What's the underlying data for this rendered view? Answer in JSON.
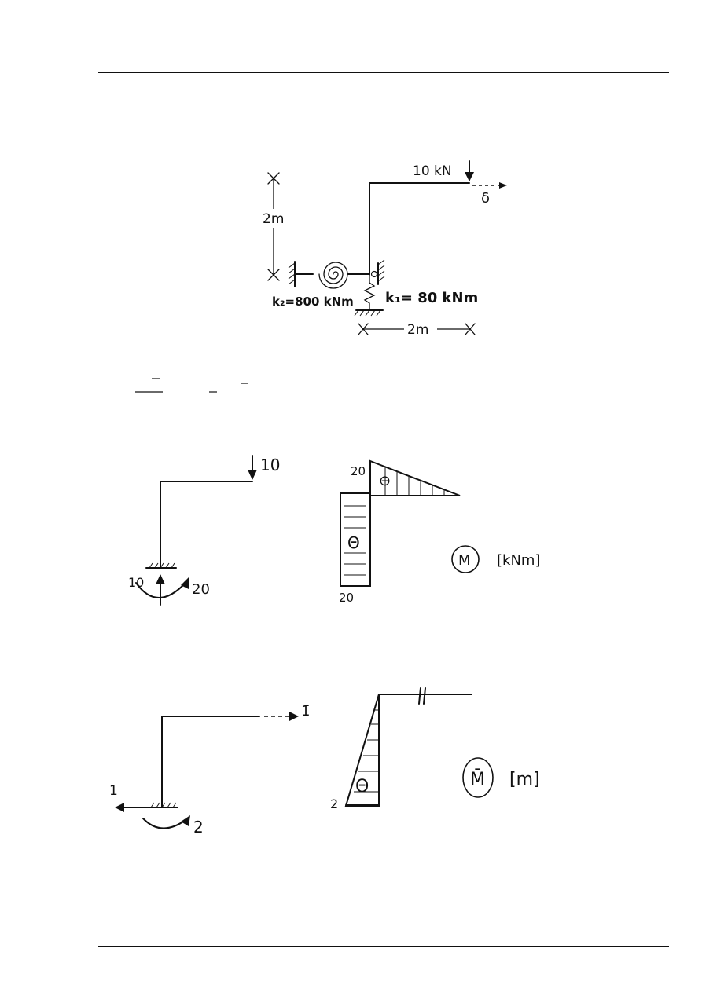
{
  "figure1": {
    "load_label": "10 kN",
    "displacement_label": "δ",
    "height_label": "2m",
    "width_label": "2m",
    "k2_label": "k₂=800 kNm",
    "k1_label": "k₁= 80 kNm"
  },
  "figure2": {
    "load_label": "10",
    "reaction_force_label": "10",
    "reaction_moment_label": "20"
  },
  "figure3": {
    "top_value": "20",
    "bottom_value": "20",
    "sign_top": "⊖",
    "sign_column": "Θ",
    "diagram_symbol": "M",
    "unit": "[kNm]"
  },
  "figure4": {
    "unit_load_label": "1̄",
    "reaction_force_label": "1",
    "reaction_moment_label": "2"
  },
  "figure5": {
    "base_value": "2",
    "sign_label": "Θ",
    "diagram_symbol": "M̄",
    "unit": "[m]"
  },
  "colors": {
    "ink": "#111111",
    "paper": "#ffffff"
  }
}
